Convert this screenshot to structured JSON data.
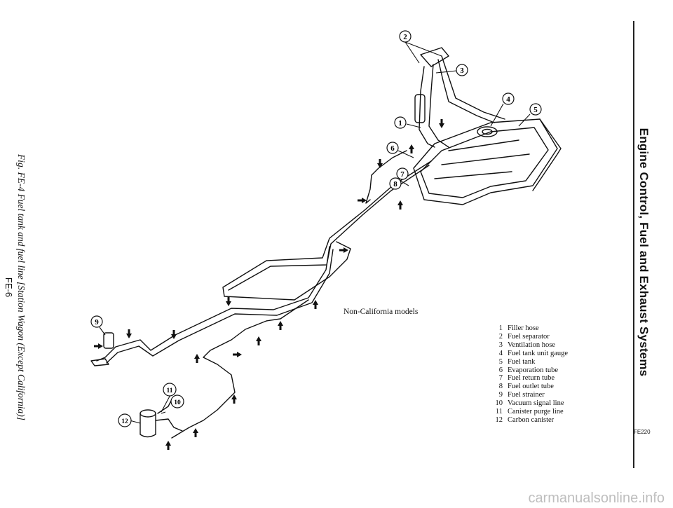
{
  "header": {
    "section_title": "Engine Control, Fuel and Exhaust Systems"
  },
  "figure": {
    "caption": "Fig. FE-4 Fuel tank and fuel line [Station Wagon (Except California)]",
    "code": "FE220",
    "label": "Non-California models",
    "callouts": [
      "1",
      "2",
      "3",
      "4",
      "5",
      "6",
      "7",
      "8",
      "9",
      "10",
      "11",
      "12"
    ]
  },
  "legend": [
    {
      "num": "1",
      "text": "Filler hose"
    },
    {
      "num": "2",
      "text": "Fuel separator"
    },
    {
      "num": "3",
      "text": "Ventilation hose"
    },
    {
      "num": "4",
      "text": "Fuel tank unit gauge"
    },
    {
      "num": "5",
      "text": "Fuel tank"
    },
    {
      "num": "6",
      "text": "Evaporation tube"
    },
    {
      "num": "7",
      "text": "Fuel return tube"
    },
    {
      "num": "8",
      "text": "Fuel outlet tube"
    },
    {
      "num": "9",
      "text": "Fuel strainer"
    },
    {
      "num": "10",
      "text": "Vacuum signal line"
    },
    {
      "num": "11",
      "text": "Canister purge line"
    },
    {
      "num": "12",
      "text": "Carbon canister"
    }
  ],
  "page_number": "FE-6",
  "watermark": "carmanualsonline.info"
}
